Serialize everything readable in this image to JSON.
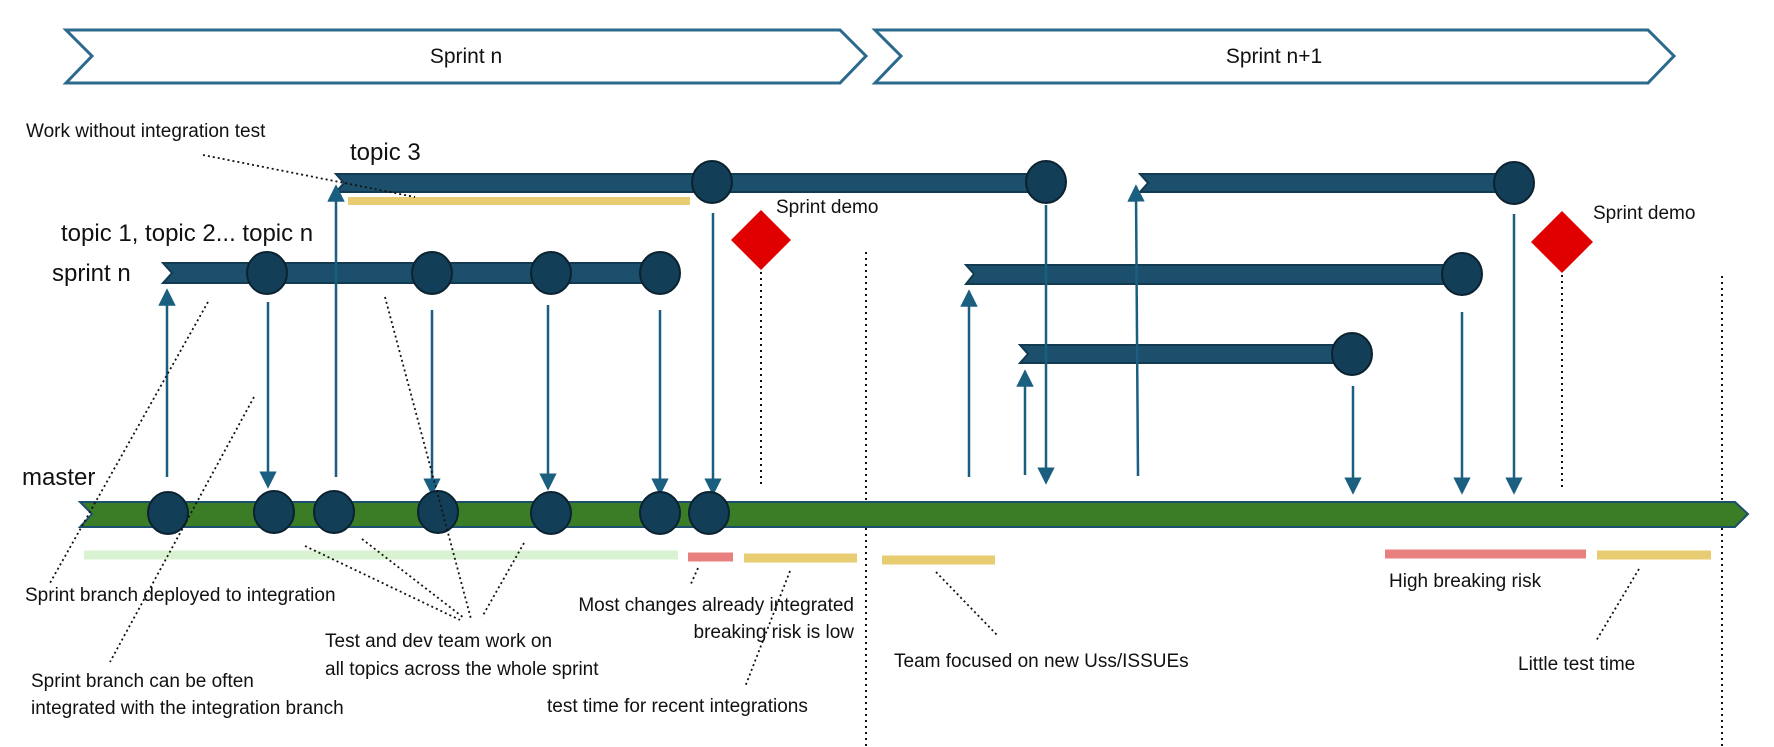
{
  "banners": [
    "Sprint n",
    "Sprint n+1"
  ],
  "branch_labels": {
    "topic3": "topic 3",
    "topics": "topic 1, topic 2... topic n",
    "sprint": "sprint n",
    "master": "master"
  },
  "milestones": [
    "Sprint demo",
    "Sprint demo"
  ],
  "annotations": {
    "work_without_integration": "Work without integration test",
    "sprint_deployed": "Sprint branch deployed to integration",
    "sprint_often_1": "Sprint branch can be often",
    "sprint_often_2": "integrated with the integration branch",
    "test_dev_1": "Test and dev team work on",
    "test_dev_2": "all topics across the whole sprint",
    "most_changes_1": "Most changes already integrated",
    "most_changes_2": "breaking risk is low",
    "test_time_recent": "test time for recent integrations",
    "team_focused": "Team focused on new Uss/ISSUEs",
    "high_risk": "High breaking risk",
    "little_test": "Little test time"
  },
  "colors": {
    "branch": "#1b4f6b",
    "branch_dark": "#123a50",
    "master": "#3b7d27",
    "commit": "#123e58",
    "milestone": "#e00000",
    "safe": "#d8f2d2",
    "test": "#e8cc72",
    "risk": "#e98080",
    "banner_stroke": "#2b6a8c"
  }
}
